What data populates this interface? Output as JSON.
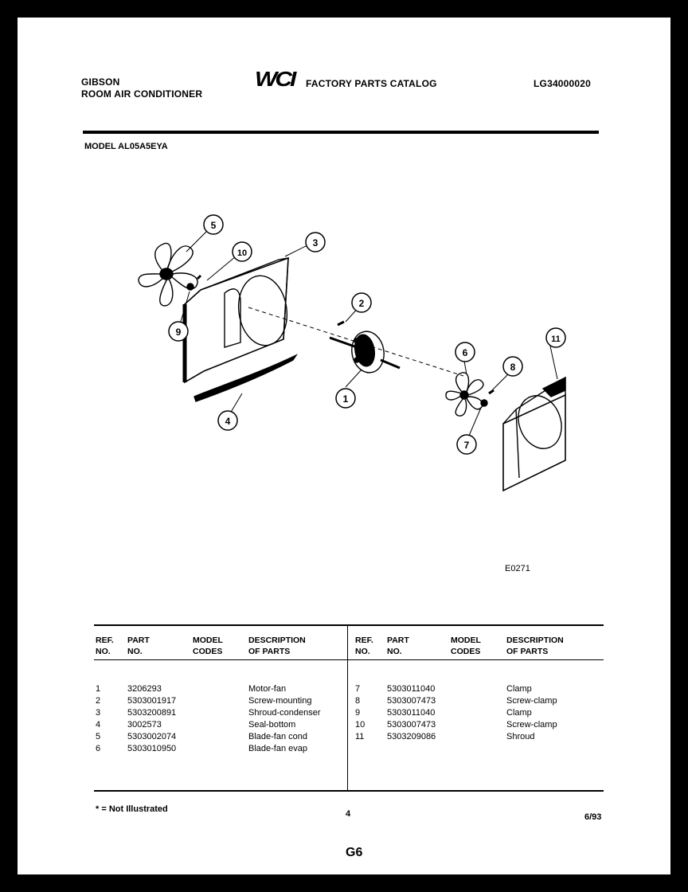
{
  "header": {
    "brand": "GIBSON",
    "product": "ROOM AIR CONDITIONER",
    "logo_text": "WCI",
    "catalog_title": "FACTORY PARTS CATALOG",
    "catalog_number": "LG34000020",
    "model_line": "MODEL AL05A5EYA"
  },
  "diagram": {
    "callouts": [
      "1",
      "2",
      "3",
      "4",
      "5",
      "6",
      "7",
      "8",
      "9",
      "10",
      "11"
    ],
    "figure_code": "E0271"
  },
  "table": {
    "headers": {
      "ref_line1": "REF.",
      "ref_line2": "NO.",
      "part_line1": "PART",
      "part_line2": "NO.",
      "model_line1": "MODEL",
      "model_line2": "CODES",
      "desc_line1": "DESCRIPTION",
      "desc_line2": "OF PARTS"
    },
    "left_rows": [
      {
        "ref": "1",
        "part": "3206293",
        "model": "",
        "desc": "Motor-fan"
      },
      {
        "ref": "2",
        "part": "5303001917",
        "model": "",
        "desc": "Screw-mounting"
      },
      {
        "ref": "3",
        "part": "5303200891",
        "model": "",
        "desc": "Shroud-condenser"
      },
      {
        "ref": "4",
        "part": "3002573",
        "model": "",
        "desc": "Seal-bottom"
      },
      {
        "ref": "5",
        "part": "5303002074",
        "model": "",
        "desc": "Blade-fan cond"
      },
      {
        "ref": "6",
        "part": "5303010950",
        "model": "",
        "desc": "Blade-fan evap"
      }
    ],
    "right_rows": [
      {
        "ref": "7",
        "part": "5303011040",
        "model": "",
        "desc": "Clamp"
      },
      {
        "ref": "8",
        "part": "5303007473",
        "model": "",
        "desc": "Screw-clamp"
      },
      {
        "ref": "9",
        "part": "5303011040",
        "model": "",
        "desc": "Clamp"
      },
      {
        "ref": "10",
        "part": "5303007473",
        "model": "",
        "desc": "Screw-clamp"
      },
      {
        "ref": "11",
        "part": "5303209086",
        "model": "",
        "desc": "Shroud"
      }
    ]
  },
  "footer": {
    "note": "* = Not Illustrated",
    "page_number": "4",
    "date": "6/93",
    "section": "G6"
  }
}
